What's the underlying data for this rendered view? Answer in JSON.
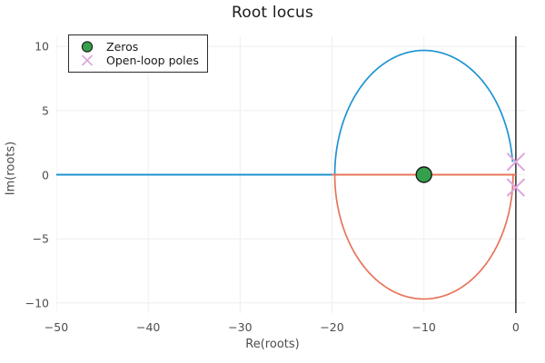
{
  "chart_data": {
    "type": "line",
    "title": "Root locus",
    "xlabel": "Re(roots)",
    "ylabel": "Im(roots)",
    "xlim": [
      -50,
      1
    ],
    "ylim": [
      -10.8,
      10.8
    ],
    "xticks": [
      -50,
      -40,
      -30,
      -20,
      -10,
      0
    ],
    "xtick_labels": [
      "−50",
      "−40",
      "−30",
      "−20",
      "−10",
      "0"
    ],
    "yticks": [
      -10,
      -5,
      0,
      5,
      10
    ],
    "ytick_labels": [
      "−10",
      "−5",
      "0",
      "5",
      "10"
    ],
    "grid": true,
    "legend_position": "top-left",
    "series": [
      {
        "name": "branch-upper",
        "color": "#1f93d1",
        "description": "Upper root-locus branch: real-axis segment from -50 to -20 then circular arc of radius 9.7 centered at -10 up to the pole at 0+1j",
        "segment_real": {
          "x_start": -50,
          "x_end": -20,
          "y": 0
        },
        "arc": {
          "center_re": -10,
          "center_im": 0,
          "radius": 9.7,
          "angle_start_deg": 180,
          "angle_end_deg": 5.9
        }
      },
      {
        "name": "branch-lower",
        "color": "#e8745a",
        "description": "Lower root-locus branch: circular arc of radius 9.7 centered at -10 from -20 down to the pole at 0-1j, plus real-axis segment from -20 to 0",
        "segment_real": {
          "x_start": -20,
          "x_end": 0,
          "y": 0
        },
        "arc": {
          "center_re": -10,
          "center_im": 0,
          "radius": 9.7,
          "angle_start_deg": 180,
          "angle_end_deg": 354.1
        }
      }
    ],
    "markers": [
      {
        "name": "Zeros",
        "symbol": "circle",
        "color": "#35a04b",
        "edge_color": "#1a1a1a",
        "points": [
          {
            "re": -10,
            "im": 0
          }
        ]
      },
      {
        "name": "Open-loop poles",
        "symbol": "x",
        "color": "#dda5dd",
        "points": [
          {
            "re": 0,
            "im": 1
          },
          {
            "re": 0,
            "im": -1
          }
        ]
      }
    ],
    "annotations": [
      {
        "name": "imaginary-axis",
        "type": "vline",
        "x": 0,
        "color": "#3d3d3d"
      },
      {
        "name": "real-axis",
        "type": "hline",
        "y": 0,
        "color": "#3d3d3d"
      }
    ]
  },
  "legend": {
    "items": [
      {
        "label": "Zeros",
        "marker": "circle-marker",
        "color": "#35a04b"
      },
      {
        "label": "Open-loop poles",
        "marker": "x-marker",
        "color": "#dda5dd"
      }
    ]
  },
  "colors": {
    "branch_upper": "#1f93d1",
    "branch_lower": "#e8745a",
    "zero": "#35a04b",
    "pole": "#dda5dd",
    "axis": "#3d3d3d",
    "grid": "#eeeeee",
    "text": "#4d4d4d",
    "background": "#ffffff"
  }
}
